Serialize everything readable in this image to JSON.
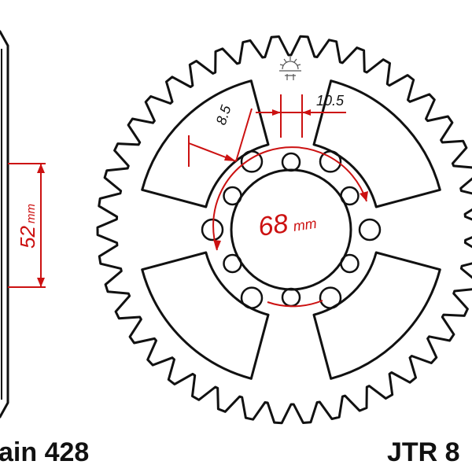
{
  "colors": {
    "outline": "#111111",
    "dimension": "#cc1111",
    "background": "#ffffff"
  },
  "sprocket": {
    "tooth_count": 42,
    "bolt_hole_count": 6
  },
  "dimensions": {
    "hole_diameter_label": "8.5",
    "hole_spacing_label": "10.5",
    "center_bore_label": "68",
    "center_bore_unit": "mm",
    "side_height_label": "52",
    "side_height_unit": "mm"
  },
  "captions": {
    "chain_label": "ain 428",
    "part_number_label": "JTR 8"
  },
  "icons": {
    "logo": "rising-sun-logo-icon"
  }
}
